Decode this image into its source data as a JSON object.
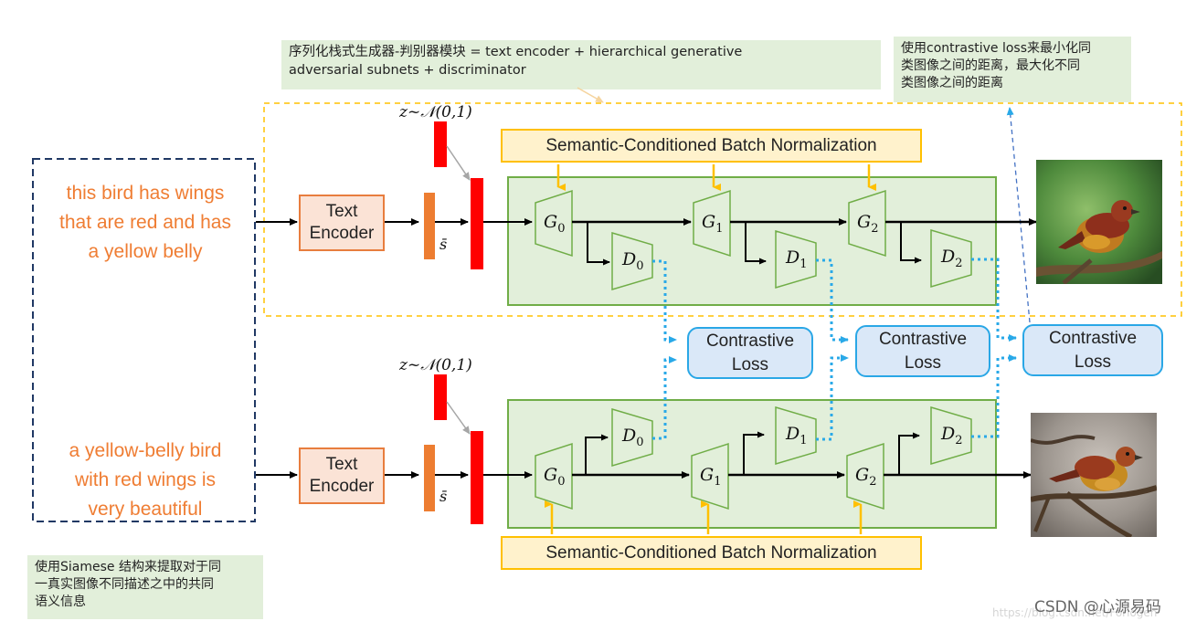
{
  "notes": {
    "top": "序列化栈式生成器-判别器模块 = text encoder + hierarchical generative\nadversarial subnets + discriminator",
    "top_right": "使用contrastive loss来最小化同\n类图像之间的距离，最大化不同\n类图像之间的距离",
    "bottom_left": "使用Siamese 结构来提取对于同\n一真实图像不同描述之中的共同\n语义信息"
  },
  "captions": {
    "top": "this bird has wings\nthat are red and has\na yellow belly",
    "bottom": "a yellow-belly bird\nwith red wings is\nvery beautiful"
  },
  "text_encoder": "Text\nEncoder",
  "noise": "z~𝒩(0,1)",
  "sbar": "s̄",
  "scbn": "Semantic-Conditioned Batch Normalization",
  "contrastive_loss": "Contrastive\nLoss",
  "generators": {
    "letter": "G",
    "subs": [
      "0",
      "1",
      "2"
    ]
  },
  "discriminators": {
    "letter": "D",
    "subs": [
      "0",
      "1",
      "2"
    ]
  },
  "watermark": "CSDN @心源易码",
  "watermark_url": "https://blog.csdn.net/Forlogen",
  "colors": {
    "caption": "#ef7d33",
    "encoder_fill": "#fbe3d6",
    "encoder_border": "#e87d3e",
    "noise_bar": "#ff0000",
    "sbar_bar": "#ed7d31",
    "panel_fill": "#e2efda",
    "panel_border": "#70ad47",
    "scbn_fill": "#fff2cc",
    "scbn_border": "#ffc000",
    "loss_fill": "#dae8f8",
    "loss_border": "#2aa7e6",
    "dotted": "#29a9e8"
  }
}
